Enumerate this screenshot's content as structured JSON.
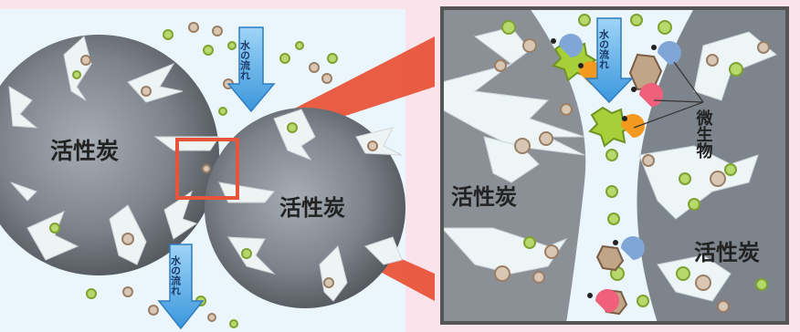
{
  "labels": {
    "left_particle": "活性炭",
    "right_particle": "活性炭",
    "zoom_left": "活性炭",
    "zoom_right": "活性炭",
    "microbes": "微生物",
    "flow_top": "水の流れ",
    "flow_bottom": "水の流れ",
    "flow_zoom": "水の流れ"
  },
  "colors": {
    "background": "#fbe3ec",
    "water": "#eaf6fb",
    "carbon_dark": "#555a60",
    "carbon_light": "#9ea4ab",
    "pore": "#eef5f7",
    "zoom_frame": "#555555",
    "highlight": "#e8543a",
    "arrow": "#3f9ee0",
    "microbe_blue": "#7fa6d6",
    "microbe_orange": "#f39a1e",
    "microbe_pink": "#f0607a",
    "particle_green": "#9cc93a",
    "particle_tan": "#c8a888"
  },
  "icons": [
    "flow-arrow-icon",
    "microbe-icon",
    "particle-icon"
  ]
}
